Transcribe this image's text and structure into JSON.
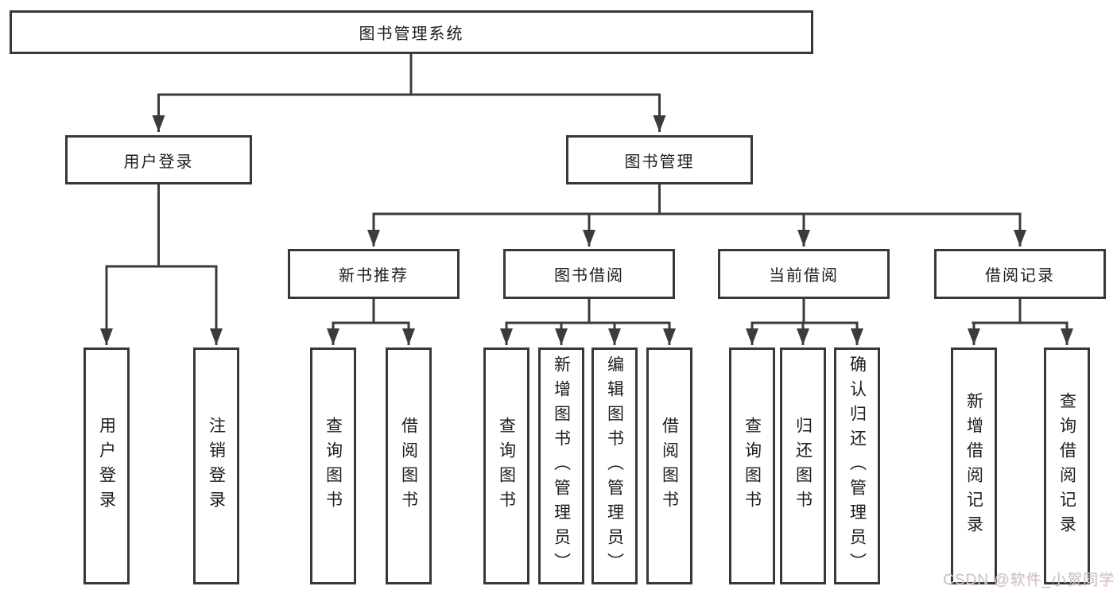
{
  "diagram": {
    "root": "图书管理系统",
    "level2": {
      "user_login": "用户登录",
      "book_management": "图书管理"
    },
    "level3": {
      "new_book_recommend": "新书推荐",
      "book_borrow": "图书借阅",
      "current_borrow": "当前借阅",
      "borrow_record": "借阅记录"
    },
    "leaves": {
      "user_login": "用户登录",
      "logout": "注销登录",
      "recommend_query_book": "查询图书",
      "recommend_borrow_book": "借阅图书",
      "borrow_query_book": "查询图书",
      "borrow_add_book": "新增图书（管理员）",
      "borrow_edit_book": "编辑图书（管理员）",
      "borrow_borrow_book": "借阅图书",
      "current_query_book": "查询图书",
      "current_return_book": "归还图书",
      "current_confirm_return": "确认归还（管理员）",
      "record_add": "新增借阅记录",
      "record_query": "查询借阅记录"
    }
  },
  "watermark": "CSDN @软件_小贺同学",
  "colors": {
    "line": "#3b3b3b",
    "text": "#1c1c1e",
    "background": "#ffffff",
    "watermark": "#c8c8cc"
  }
}
